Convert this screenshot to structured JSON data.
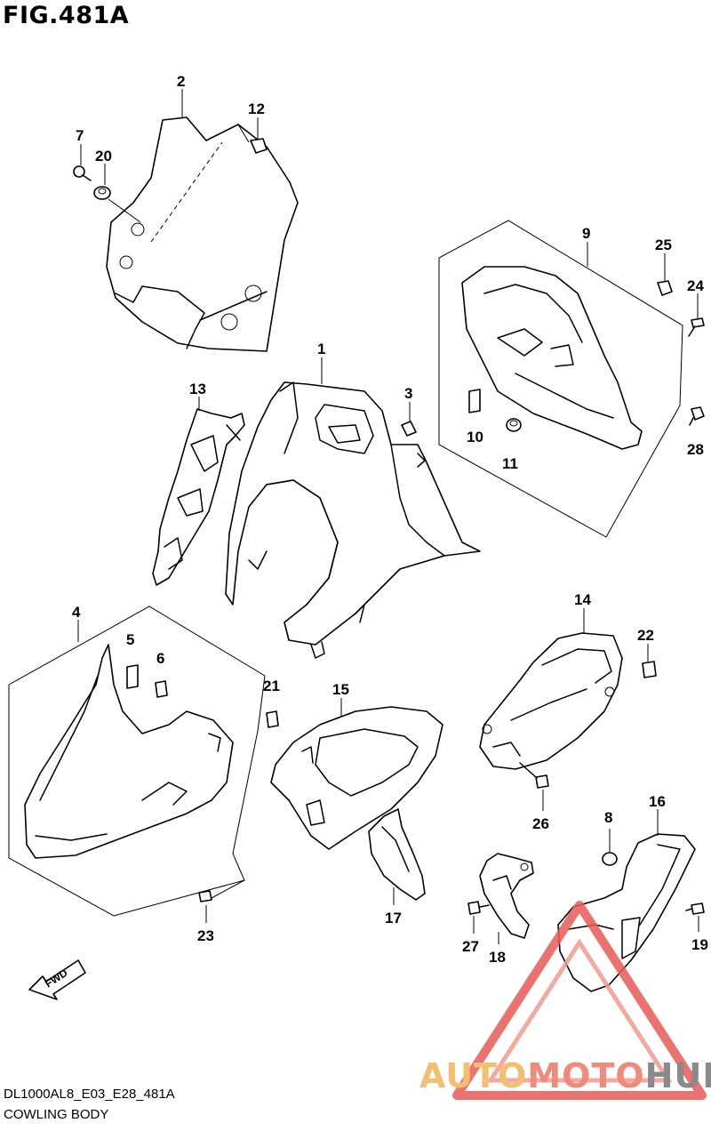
{
  "figure": {
    "title": "FIG.481A"
  },
  "footer": {
    "code": "DL1000AL8_E03_E28_481A",
    "caption": "COWLING BODY"
  },
  "fwd": {
    "label": "FWD"
  },
  "watermark": {
    "part1": "AUTO",
    "part2": "MOTO",
    "part3": "HUB",
    "colors": {
      "auto": "#f4c070",
      "moto": "#f08a7a",
      "hub": "#8a8a8a",
      "triangle": "#e85a55"
    }
  },
  "labels": {
    "p1": "1",
    "p2": "2",
    "p3": "3",
    "p4": "4",
    "p5": "5",
    "p6": "6",
    "p7": "7",
    "p8": "8",
    "p9": "9",
    "p10": "10",
    "p11": "11",
    "p12": "12",
    "p13": "13",
    "p14": "14",
    "p15": "15",
    "p16": "16",
    "p17": "17",
    "p18": "18",
    "p19": "19",
    "p20": "20",
    "p21": "21",
    "p22": "22",
    "p23": "23",
    "p24": "24",
    "p25": "25",
    "p26": "26",
    "p27": "27",
    "p28": "28"
  }
}
